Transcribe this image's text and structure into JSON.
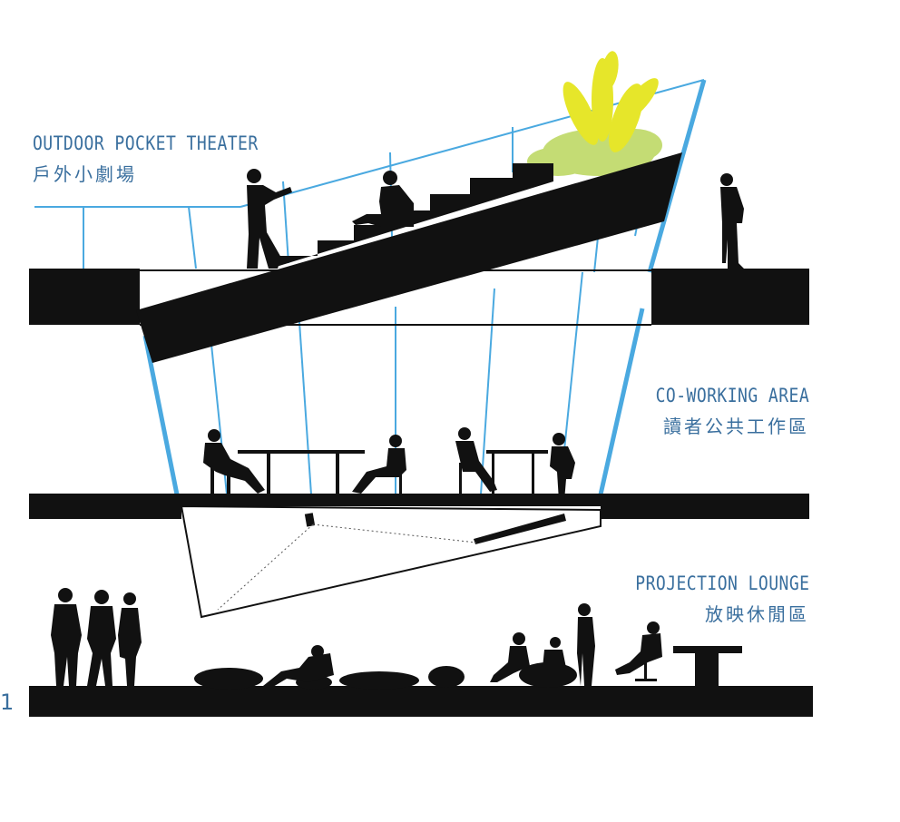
{
  "colors": {
    "accent_blue": "#4aa9e0",
    "label_blue": "#3a6f9e",
    "silhouette": "#111111",
    "plant_yellow": "#e6e62a",
    "plant_green": "#c4dc74"
  },
  "zones": [
    {
      "title_en": "OUTDOOR POCKET THEATER",
      "title_zh": "戶外小劇場"
    },
    {
      "title_en": "CO-WORKING AREA",
      "title_zh": "讀者公共工作區"
    },
    {
      "title_en": "PROJECTION LOUNGE",
      "title_zh": "放映休閒區"
    }
  ],
  "page_number": "1"
}
